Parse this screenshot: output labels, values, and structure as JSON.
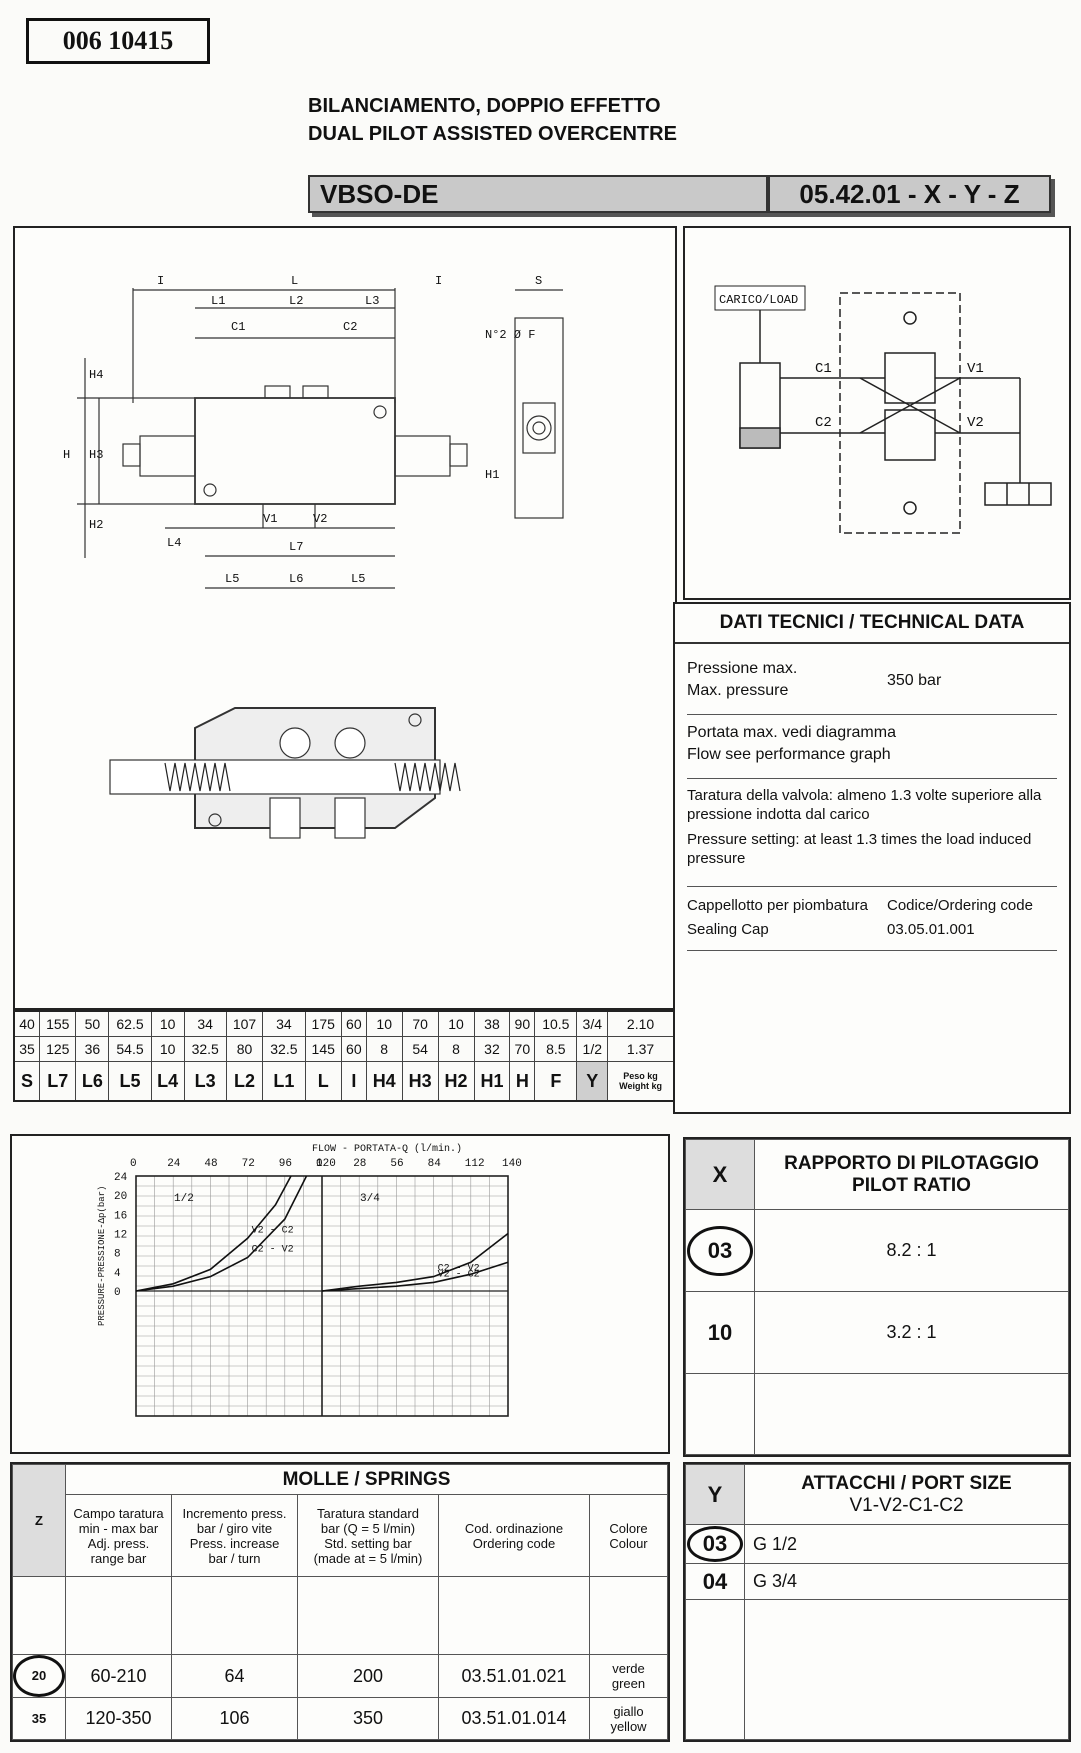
{
  "doc_code": "006 10415",
  "title_it": "BILANCIAMENTO, DOPPIO EFFETTO",
  "title_en": "DUAL PILOT ASSISTED OVERCENTRE",
  "model": "VBSO-DE",
  "order_code": "05.42.01 - X - Y - Z",
  "drawing_labels": {
    "I": "I",
    "L": "L",
    "L1": "L1",
    "L2": "L2",
    "L3": "L3",
    "L4": "L4",
    "L5": "L5",
    "L6": "L6",
    "L7": "L7",
    "C1": "C1",
    "C2": "C2",
    "V1": "V1",
    "V2": "V2",
    "S": "S",
    "H": "H",
    "H1": "H1",
    "H2": "H2",
    "H3": "H3",
    "H4": "H4",
    "NF": "N°2 Ø F"
  },
  "schematic": {
    "load": "CARICO/LOAD",
    "C1": "C1",
    "C2": "C2",
    "V1": "V1",
    "V2": "V2"
  },
  "technical": {
    "title": "DATI TECNICI / TECHNICAL DATA",
    "pressure_it": "Pressione max.",
    "pressure_en": "Max. pressure",
    "pressure_val": "350 bar",
    "flow_it": "Portata max. vedi diagramma",
    "flow_en": "Flow see performance graph",
    "setting_it": "Taratura della valvola: almeno 1.3 volte superiore alla pressione indotta dal carico",
    "setting_en": "Pressure setting: at least 1.3 times the load induced pressure",
    "cap_it": "Cappellotto per piombatura",
    "cap_en": "Sealing Cap",
    "cap_code_label": "Codice/Ordering code",
    "cap_code": "03.05.01.001"
  },
  "dimensions": {
    "labels": [
      "S",
      "L7",
      "L6",
      "L5",
      "L4",
      "L3",
      "L2",
      "L1",
      "L",
      "I",
      "H4",
      "H3",
      "H2",
      "H1",
      "H",
      "F",
      "Y"
    ],
    "weight_label_1": "Peso kg",
    "weight_label_2": "Weight kg",
    "rows": [
      [
        "40",
        "155",
        "50",
        "62.5",
        "10",
        "34",
        "107",
        "34",
        "175",
        "60",
        "10",
        "70",
        "10",
        "38",
        "90",
        "10.5",
        "3/4",
        "2.10"
      ],
      [
        "35",
        "125",
        "36",
        "54.5",
        "10",
        "32.5",
        "80",
        "32.5",
        "145",
        "60",
        "8",
        "54",
        "8",
        "32",
        "70",
        "8.5",
        "1/2",
        "1.37"
      ]
    ]
  },
  "chart_data": {
    "type": "line",
    "title": "FLOW - PORTATA-Q (l/min.)",
    "ylabel": "PRESSURE-PRESSIONE-Δp(bar)",
    "yticks": [
      "24",
      "20",
      "16",
      "12",
      "8",
      "4",
      "0"
    ],
    "xticks_left": [
      "0",
      "24",
      "48",
      "72",
      "96",
      "120"
    ],
    "xticks_right": [
      "0",
      "28",
      "56",
      "84",
      "112",
      "140"
    ],
    "ylim": [
      0,
      24
    ],
    "panels": [
      {
        "label": "1/2",
        "xlim": [
          0,
          120
        ],
        "series": [
          {
            "name": "C2 - V2",
            "x": [
              0,
              24,
              48,
              72,
              96,
              110
            ],
            "y": [
              0,
              1,
              3,
              7,
              15,
              24
            ]
          },
          {
            "name": "V2 - C2",
            "x": [
              0,
              24,
              48,
              72,
              90,
              100
            ],
            "y": [
              0,
              1.5,
              4.5,
              11,
              18,
              24
            ]
          }
        ]
      },
      {
        "label": "3/4",
        "xlim": [
          0,
          140
        ],
        "series": [
          {
            "name": "C2 - V2",
            "x": [
              0,
              28,
              56,
              84,
              112,
              140
            ],
            "y": [
              0,
              1,
              1.8,
              3,
              6,
              12
            ]
          },
          {
            "name": "V2 - C2",
            "x": [
              0,
              28,
              56,
              84,
              112,
              140
            ],
            "y": [
              0,
              0.5,
              1,
              1.8,
              3.5,
              6
            ]
          }
        ]
      }
    ]
  },
  "pilot": {
    "col_label": "X",
    "title_1": "RAPPORTO DI PILOTAGGIO",
    "title_2": "PILOT RATIO",
    "rows": [
      {
        "code": "03",
        "ratio": "8.2 : 1"
      },
      {
        "code": "10",
        "ratio": "3.2 : 1"
      }
    ]
  },
  "springs": {
    "col_label": "Z",
    "title": "MOLLE / SPRINGS",
    "headers": [
      [
        "Campo taratura",
        "min - max bar",
        "Adj. press.",
        "range bar"
      ],
      [
        "Incremento press.",
        "bar / giro vite",
        "Press. increase",
        "bar / turn"
      ],
      [
        "Taratura standard",
        "bar (Q = 5 l/min)",
        "Std. setting bar",
        "(made at = 5 l/min)"
      ],
      [
        "Cod. ordinazione",
        "Ordering code"
      ],
      [
        "Colore",
        "Colour"
      ]
    ],
    "rows": [
      {
        "z": "20",
        "range": "60-210",
        "incr": "64",
        "std": "200",
        "code": "03.51.01.021",
        "colour_it": "verde",
        "colour_en": "green"
      },
      {
        "z": "35",
        "range": "120-350",
        "incr": "106",
        "std": "350",
        "code": "03.51.01.014",
        "colour_it": "giallo",
        "colour_en": "yellow"
      }
    ]
  },
  "ports": {
    "col_label": "Y",
    "title": "ATTACCHI / PORT SIZE",
    "subtitle": "V1-V2-C1-C2",
    "rows": [
      {
        "code": "03",
        "size": "G 1/2"
      },
      {
        "code": "04",
        "size": "G 3/4"
      }
    ]
  }
}
